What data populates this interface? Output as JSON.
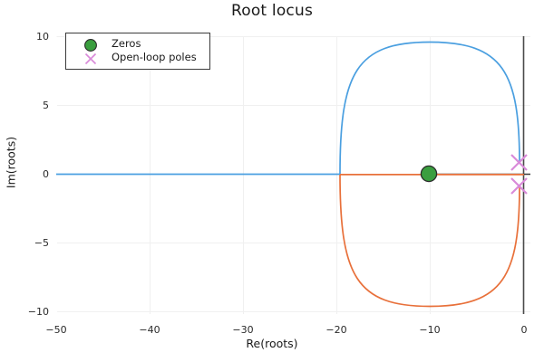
{
  "chart_data": {
    "type": "line",
    "title": "Root locus",
    "xlabel": "Re(roots)",
    "ylabel": "Im(roots)",
    "xlim": [
      -50,
      0.8
    ],
    "ylim": [
      -10.1,
      10.1
    ],
    "xticks": [
      -50,
      -40,
      -30,
      -20,
      -10,
      0
    ],
    "xtick_labels": [
      "−50",
      "−40",
      "−30",
      "−20",
      "−10",
      "0"
    ],
    "yticks": [
      -10,
      -5,
      0,
      5,
      10
    ],
    "ytick_labels": [
      "−10",
      "−5",
      "0",
      "5",
      "10"
    ],
    "grid": true,
    "legend_position": "top-left",
    "legend": [
      {
        "label": "Zeros",
        "marker": "filled-circle",
        "color": "#3a9e3f"
      },
      {
        "label": "Open-loop poles",
        "marker": "x-cross",
        "color": "#d98ad9"
      }
    ],
    "series": [
      {
        "name": "branch-1",
        "color": "#4a9fe0",
        "comment": "real-axis segment from -50 to breakaway, then upper elliptical arc toward pole",
        "real_axis_segment": [
          [
            -50,
            0
          ],
          [
            -19.7,
            0
          ]
        ],
        "arc": {
          "center": [
            -10.0,
            0
          ],
          "semi_axis_re": 9.7,
          "semi_axis_im": 9.6,
          "half": "upper"
        }
      },
      {
        "name": "branch-2",
        "color": "#e8703a",
        "comment": "real-axis segment from breakaway to origin, then lower elliptical arc toward pole",
        "real_axis_segment": [
          [
            -19.7,
            0
          ],
          [
            -0.4,
            0
          ]
        ],
        "arc": {
          "center": [
            -10.0,
            0
          ],
          "semi_axis_re": 9.7,
          "semi_axis_im": 9.6,
          "half": "lower"
        }
      }
    ],
    "markers": {
      "zeros": {
        "label": "Zeros",
        "color": "#3a9e3f",
        "edge_color": "#2b2b2b",
        "points": [
          [
            -10.0,
            0.0
          ]
        ]
      },
      "open_loop_poles": {
        "label": "Open-loop poles",
        "color": "#d98ad9",
        "points": [
          [
            -0.55,
            0.72
          ],
          [
            -0.55,
            -0.72
          ]
        ]
      }
    },
    "reference_lines": [
      {
        "name": "imaginary-axis",
        "orientation": "vertical",
        "value": 0,
        "color": "#4a4a4a"
      },
      {
        "name": "real-axis-segment",
        "orientation": "horizontal",
        "value": 0,
        "color": "#3a3a3a",
        "from": -10.0,
        "to": 0.6
      }
    ],
    "annotations": []
  }
}
